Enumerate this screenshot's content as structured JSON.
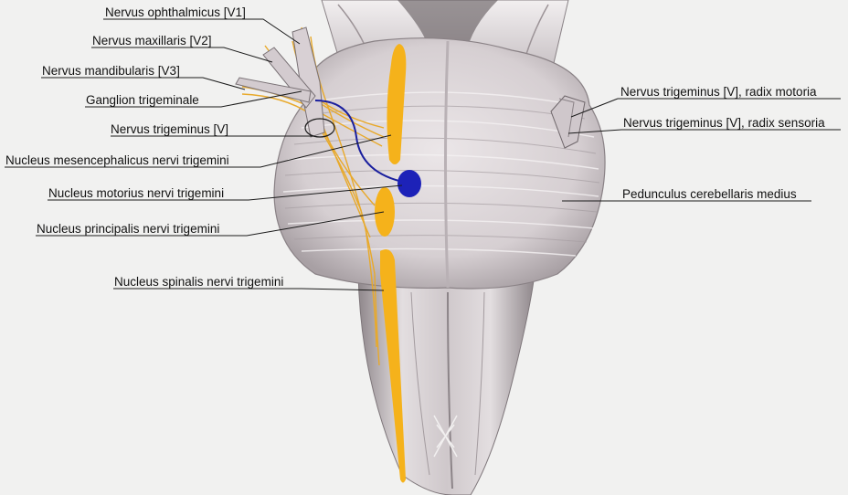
{
  "colors": {
    "background": "#f1f1f0",
    "brainstem": "#d9d3d5",
    "brainstem_shadow": "#9c9397",
    "nucleus_sensory": "#f5b21b",
    "nucleus_motor": "#1d22b8",
    "motor_fiber": "#1a1f9e",
    "sensory_fiber": "#e8a92a",
    "leader_line": "#1a1a1a"
  },
  "labels": {
    "v1": "Nervus ophthalmicus [V1]",
    "v2": "Nervus maxillaris [V2]",
    "v3": "Nervus mandibularis [V3]",
    "ganglion": "Ganglion trigeminale",
    "nerve": "Nervus trigeminus [V]",
    "mesencephalic": "Nucleus mesencephalicus nervi trigemini",
    "motor": "Nucleus motorius nervi trigemini",
    "principal": "Nucleus principalis nervi trigemini",
    "spinal": "Nucleus spinalis nervi trigemini",
    "radix_motoria": "Nervus trigeminus [V], radix motoria",
    "radix_sensoria": "Nervus trigeminus [V], radix sensoria",
    "peduncle": "Pedunculus cerebellaris medius"
  }
}
